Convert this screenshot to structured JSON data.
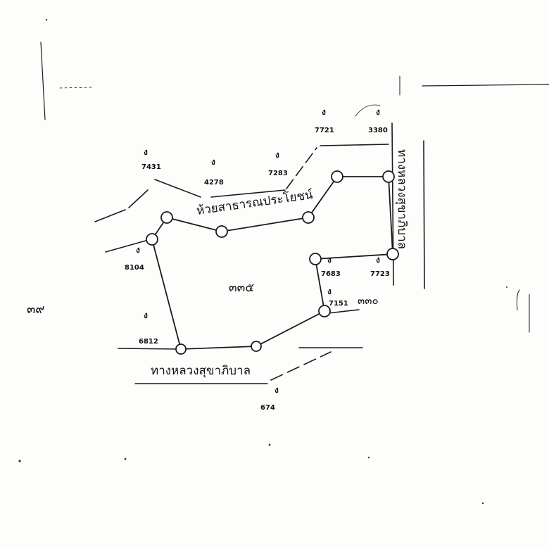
{
  "parcel": {
    "number": "๓๓๕",
    "neighbor_parcel": "๓๓๐",
    "sheet_mark": "๓๙"
  },
  "roads": {
    "top_canal": "ห้วยสาธารณประโยชน์",
    "bottom_road": "ทางหลวงสุขาภิบาล",
    "right_road": "ทางหลวงสุขาภิบาล"
  },
  "marker_symbol": "ง",
  "markers": [
    "7431",
    "4278",
    "7283",
    "7721",
    "3380",
    "8104",
    "7683",
    "7723",
    "7151",
    "6812",
    "674"
  ],
  "colors": {
    "ink": "#1a1a1a",
    "paper": "#fdfdfb"
  }
}
